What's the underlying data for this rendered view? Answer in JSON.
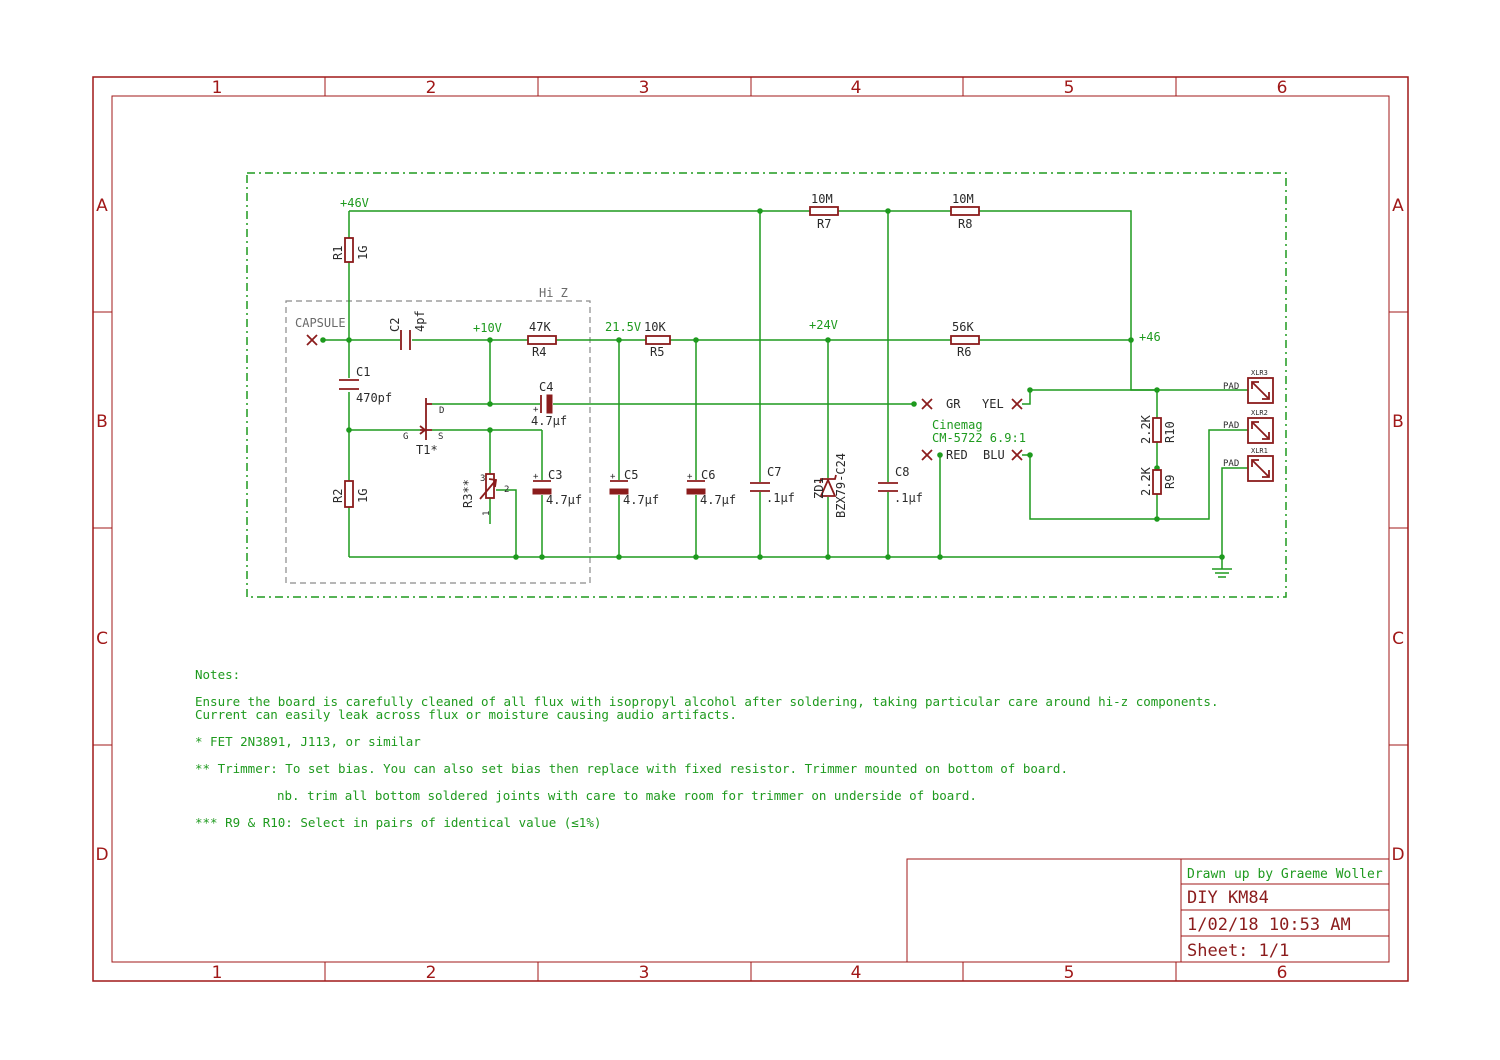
{
  "frame": {
    "columns": [
      "1",
      "2",
      "3",
      "4",
      "5",
      "6"
    ],
    "rows": [
      "A",
      "B",
      "C",
      "D"
    ]
  },
  "colors": {
    "frame": "#a01818",
    "wire": "#1e9a1e",
    "component": "#8b1c1c",
    "region": "#8a8a8a"
  },
  "nets": {
    "v46": "+46V",
    "v10": "+10V",
    "v21": "21.5V",
    "v24": "+24V",
    "v46b": "+46"
  },
  "region": {
    "label": "Hi Z"
  },
  "components": {
    "capsule": "CAPSULE",
    "r1": {
      "ref": "R1",
      "value": "1G"
    },
    "r2": {
      "ref": "R2",
      "value": "1G"
    },
    "r3": {
      "ref": "R3**",
      "pin1": "1",
      "pin2": "2",
      "pin3": "3"
    },
    "r4": {
      "ref": "R4",
      "value": "47K"
    },
    "r5": {
      "ref": "R5",
      "value": "10K"
    },
    "r6": {
      "ref": "R6",
      "value": "56K"
    },
    "r7": {
      "ref": "R7",
      "value": "10M"
    },
    "r8": {
      "ref": "R8",
      "value": "10M"
    },
    "r9": {
      "ref": "R9",
      "value": "2.2K"
    },
    "r10": {
      "ref": "R10",
      "value": "2.2K"
    },
    "c1": {
      "ref": "C1",
      "value": "470pf"
    },
    "c2": {
      "ref": "C2",
      "value": "4pf"
    },
    "c3": {
      "ref": "C3",
      "value": "4.7µf"
    },
    "c4": {
      "ref": "C4",
      "value": "4.7µf"
    },
    "c5": {
      "ref": "C5",
      "value": "4.7µf"
    },
    "c6": {
      "ref": "C6",
      "value": "4.7µf"
    },
    "c7": {
      "ref": "C7",
      "value": ".1µf"
    },
    "c8": {
      "ref": "C8",
      "value": ".1µf"
    },
    "zd1": {
      "ref": "ZD1",
      "value": "BZX79-C24"
    },
    "t1": {
      "ref": "T1*",
      "d": "D",
      "g": "G",
      "s": "S"
    },
    "transformer": {
      "name": "Cinemag",
      "model": "CM-5722 6.9:1",
      "gr": "GR",
      "yel": "YEL",
      "red": "RED",
      "blu": "BLU"
    },
    "xlr": {
      "pad": "PAD",
      "xlr1": "XLR1",
      "xlr2": "XLR2",
      "xlr3": "XLR3"
    },
    "plus": "+"
  },
  "notes": {
    "title": "Notes:",
    "line1": "Ensure the board is carefully cleaned of all flux with isopropyl alcohol after soldering, taking particular care around hi-z components.",
    "line2": "Current can easily leak across flux or moisture causing audio artifacts.",
    "line3": "* FET 2N3891, J113, or similar",
    "line4": "** Trimmer: To set bias. You can also set bias then replace with fixed resistor. Trimmer mounted on bottom of board.",
    "line5": "nb. trim all bottom soldered joints with care to make room for trimmer on underside of board.",
    "line6": "*** R9 & R10: Select in pairs of identical value (≤1%)"
  },
  "title_block": {
    "drawn_by": "Drawn up by Graeme Woller",
    "title": "DIY KM84",
    "date": "1/02/18 10:53 AM",
    "sheet": "Sheet: 1/1"
  }
}
